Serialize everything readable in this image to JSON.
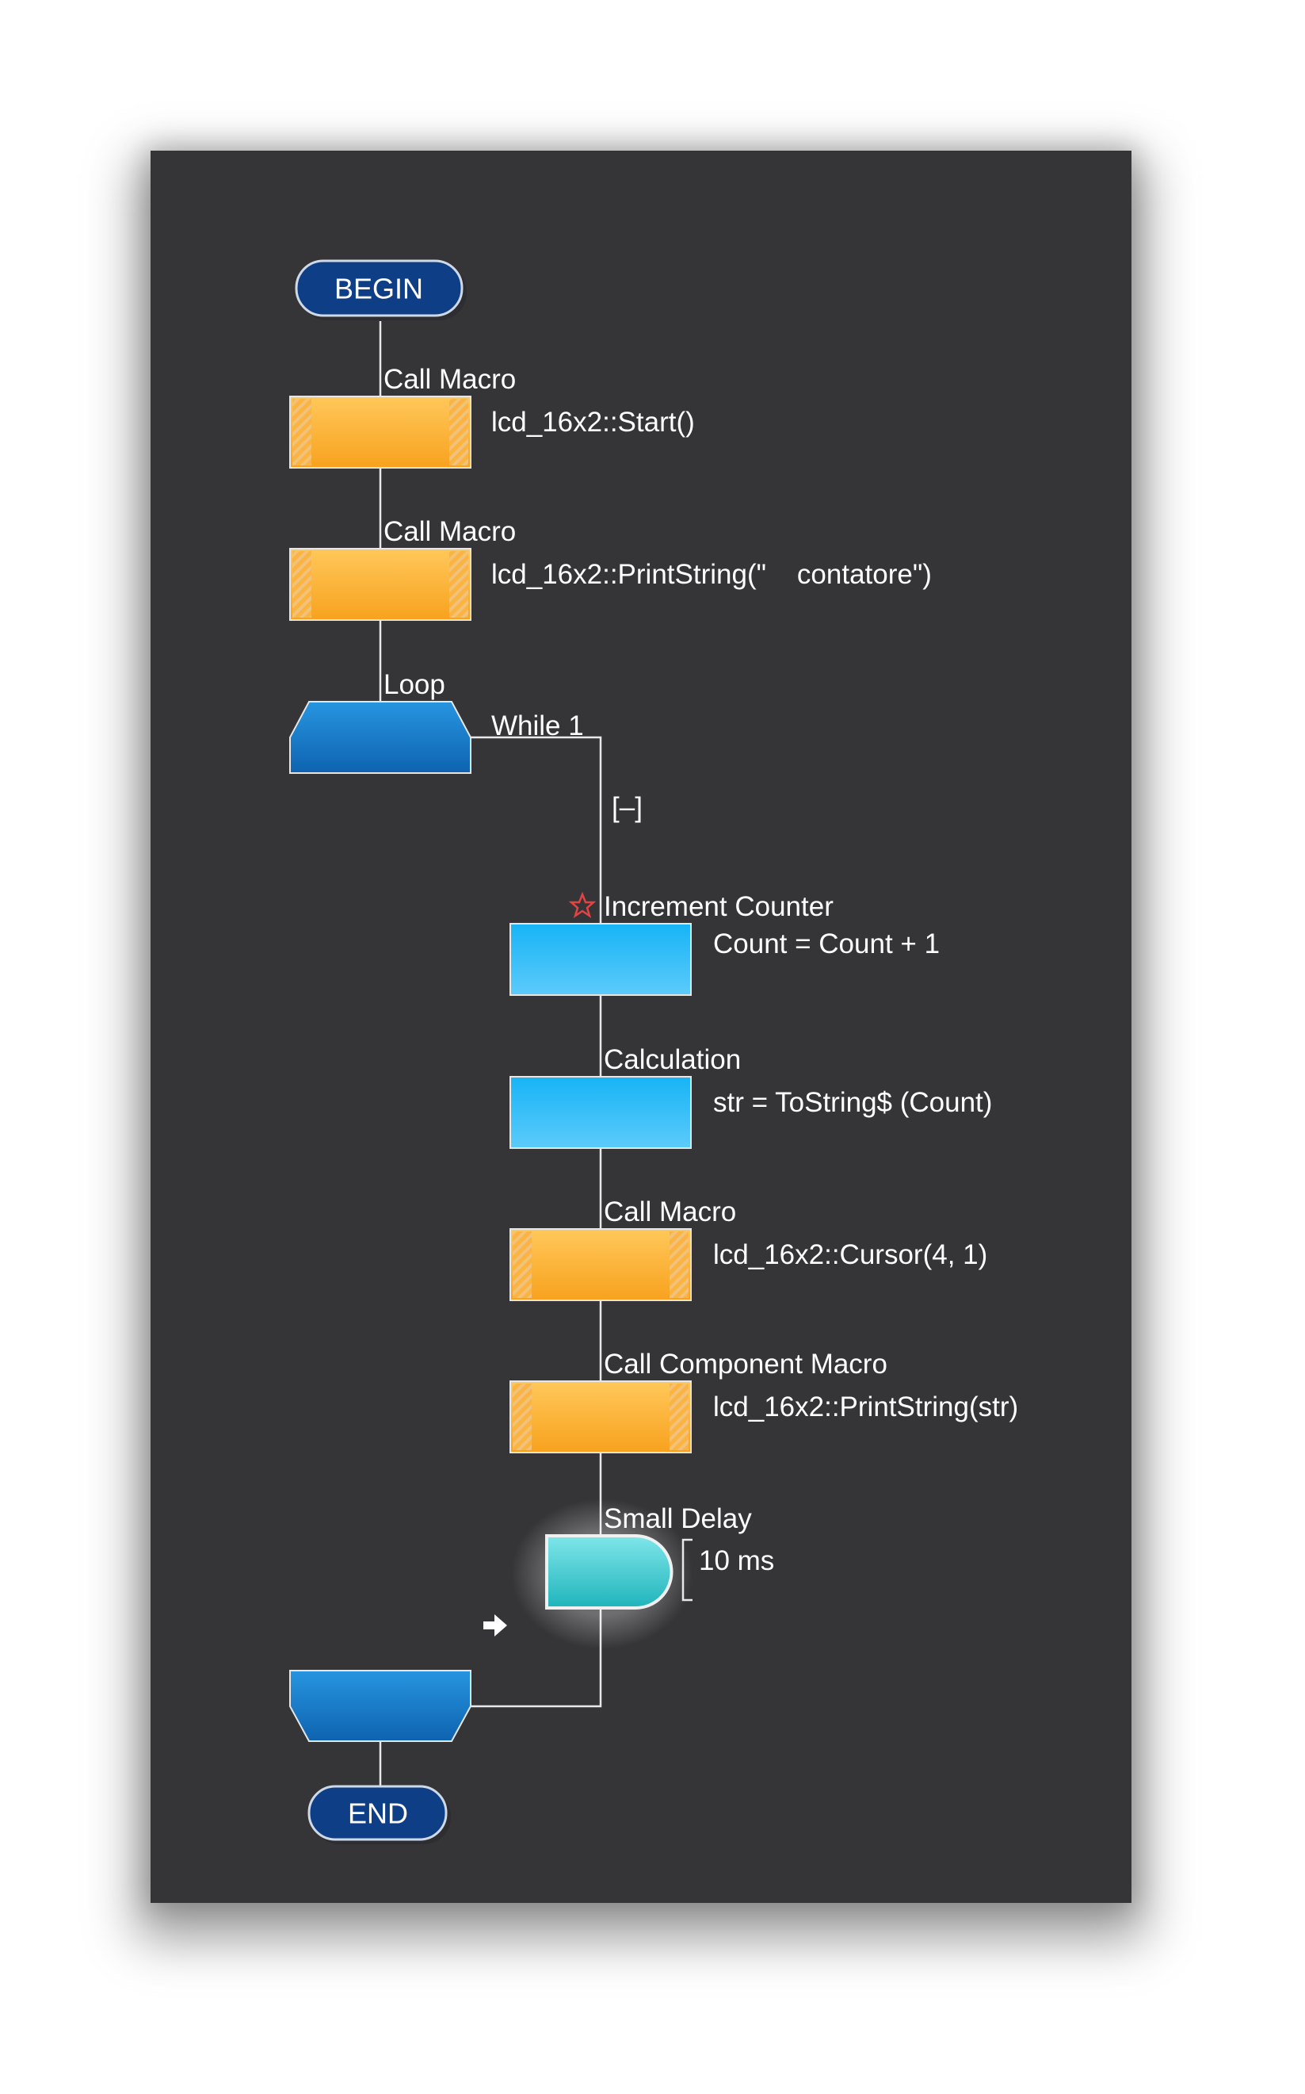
{
  "flowchart": {
    "begin": "BEGIN",
    "end": "END",
    "start_macro": {
      "type_label": "Call Macro",
      "expression": "lcd_16x2::Start()"
    },
    "print_title": {
      "type_label": "Call Macro",
      "expression": "lcd_16x2::PrintString(\"    contatore\")"
    },
    "loop": {
      "type_label": "Loop",
      "condition": "While 1",
      "collapse_label": "[–]"
    },
    "increment": {
      "type_label": "Increment Counter",
      "expression": "Count = Count + 1"
    },
    "calculation": {
      "type_label": "Calculation",
      "expression": "str = ToString$ (Count)"
    },
    "cursor_macro": {
      "type_label": "Call Macro",
      "expression": "lcd_16x2::Cursor(4, 1)"
    },
    "print_str": {
      "type_label": "Call Component Macro",
      "expression": "lcd_16x2::PrintString(str)"
    },
    "delay": {
      "type_label": "Small Delay",
      "expression": "10 ms"
    }
  },
  "colors": {
    "canvas_bg": "#353437",
    "terminal": "#0e3f86",
    "macro_orange": "#fbb03b",
    "loop_blue": "#1678c8",
    "calc_cyan": "#2bbdf8",
    "delay_teal": "#2fc7cc",
    "breakpoint_star": "#e24444"
  },
  "icons": {
    "breakpoint": "star-icon",
    "current_step": "arrow-right-icon"
  }
}
